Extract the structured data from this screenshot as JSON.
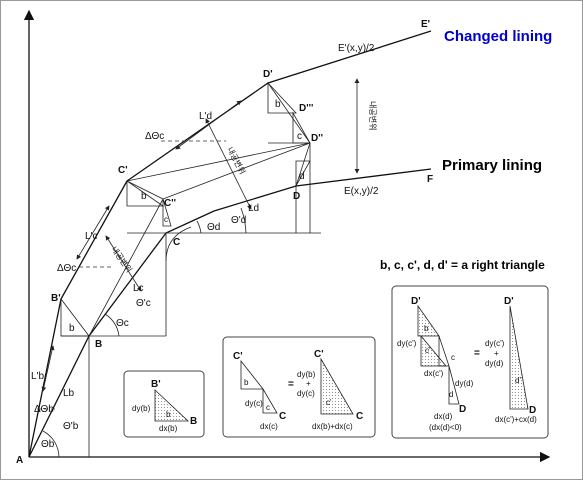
{
  "titles": {
    "changed_lining": "Changed lining",
    "primary_lining": "Primary lining",
    "right_triangle_note": "b, c, c', d, d' = a right triangle",
    "accent_color": "#0000cc"
  },
  "points": {
    "A": "A",
    "B": "B",
    "B_prime": "B'",
    "C": "C",
    "C_prime": "C'",
    "C_dprime": "C''",
    "D": "D",
    "D_prime": "D'",
    "D_dprime": "D''",
    "D_tprime": "D'''",
    "E_prime": "E'",
    "F": "F",
    "E_prime_xy": "E'(x,y)/2",
    "E_xy": "E(x,y)/2"
  },
  "labels": {
    "b": "b",
    "c": "c",
    "c_prime": "c'",
    "d": "d",
    "L_prime_b": "L'b",
    "L_b": "Lb",
    "L_prime_c": "L'c",
    "L_c": "Lc",
    "L_prime_d": "L'd",
    "L_d": "Ld",
    "theta_b": "Θb",
    "theta_prime_b": "Θ'b",
    "delta_theta_b": "ΔΘb",
    "theta_c": "Θc",
    "theta_prime_c": "Θ'c",
    "delta_theta_c1": "ΔΘc",
    "delta_theta_c2": "ΔΘc",
    "theta_d": "Θd",
    "theta_prime_d": "Θ'd",
    "korean_1": "내공변위",
    "korean_2": "내공변위",
    "korean_3": "내공변위"
  },
  "panel_b": {
    "vertex": "B'",
    "end": "B",
    "side": "dy(b)",
    "base": "dx(b)",
    "inner": "b"
  },
  "panel_c": {
    "left_top": "C'",
    "left_b": "b",
    "left_dy": "dy(c)",
    "left_c": "c",
    "left_end": "C",
    "left_dx": "dx(c)",
    "eq": "=",
    "right_top": "C'",
    "right_dy1": "dy(b)",
    "right_plus": "+",
    "right_dy2": "dy(c)",
    "right_inner": "c'",
    "right_end": "C",
    "right_dx": "dx(b)+dx(c)"
  },
  "panel_d": {
    "left_top": "D'",
    "left_b": "b",
    "left_dyc": "dy(c')",
    "left_cprime": "c'",
    "left_c": "c",
    "left_dxc": "dx(c')",
    "left_dyd": "dy(d)",
    "left_d": "d",
    "left_end": "D",
    "left_dxd": "dx(d)",
    "left_cond": "(dx(d)<0)",
    "eq": "=",
    "right_top": "D'",
    "right_dy1": "dy(c')",
    "right_plus": "+",
    "right_dy2": "dy(d)",
    "right_inner": "d'",
    "right_end": "D",
    "right_dx": "dx(c')+cx(d)"
  }
}
